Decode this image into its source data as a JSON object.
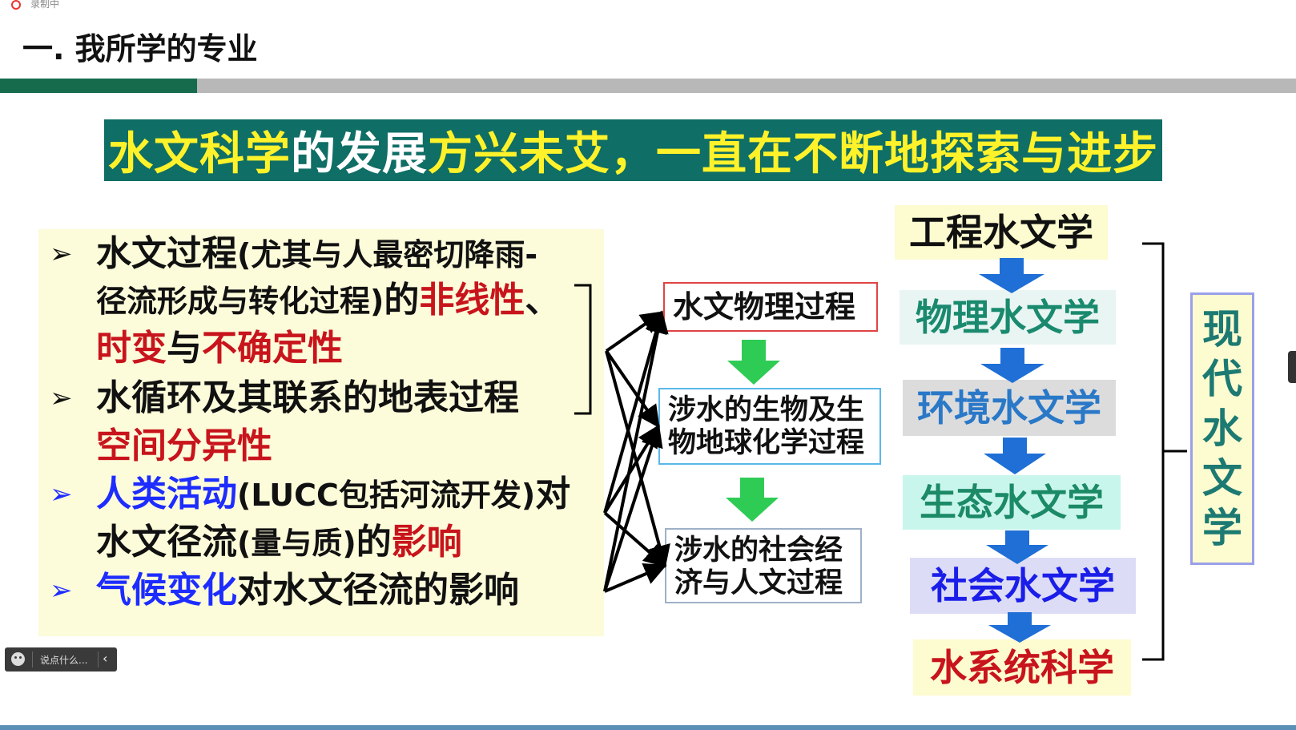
{
  "recording": {
    "label": "录制中"
  },
  "slide": {
    "title": "一. 我所学的专业",
    "banner": {
      "part1": "水文科学",
      "part2": "的发展",
      "part3": "方兴未艾，一直在不断地探索与进步"
    },
    "bullets": {
      "marker": "➢",
      "b1": {
        "t1": "水文过程",
        "t2": "(尤其与人最密切降雨-",
        "t3": "径流形成与转化过程)",
        "t4": "的",
        "t5": "非线性",
        "t6": "、",
        "t7": "时变",
        "t8": "与",
        "t9": "不确定性"
      },
      "b2": {
        "t1": "水循环及其联系的地表过程",
        "t2": "空间分异性"
      },
      "b3": {
        "t1": "人类活动",
        "t2": "(LUCC包括河流开发)",
        "t3": "对",
        "t4": "水文径流",
        "t5": "(量与质)",
        "t6": "的",
        "t7": "影响"
      },
      "b4": {
        "t1": "气候变化",
        "t2": "对水文径流的影响"
      }
    },
    "processes": {
      "p1": "水文物理过程",
      "p2_line1": "涉水的生物及生",
      "p2_line2": "物地球化学过程",
      "p3_line1": "涉水的社会经",
      "p3_line2": "济与人文过程"
    },
    "hydrology": {
      "h1": "工程水文学",
      "h2": "物理水文学",
      "h3": "环境水文学",
      "h4": "生态水文学",
      "h5": "社会水文学",
      "h6": "水系统科学"
    },
    "modern": [
      "现",
      "代",
      "水",
      "文",
      "学"
    ]
  },
  "chat": {
    "placeholder": "说点什么..."
  },
  "colors": {
    "banner_bg": "#0f6e65",
    "banner_highlight": "#fff22a",
    "accent_red": "#c8141c",
    "accent_blue": "#1d2cff",
    "green_arrow": "#2ecc55",
    "blue_arrow": "#1f6fd6"
  }
}
